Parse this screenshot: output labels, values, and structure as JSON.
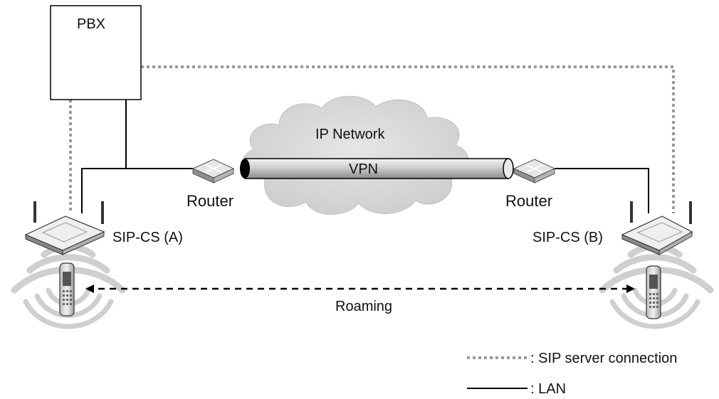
{
  "labels": {
    "pbx": "PBX",
    "ip_network": "IP Network",
    "vpn": "VPN",
    "router_left": "Router",
    "router_right": "Router",
    "cs_a": "SIP-CS (A)",
    "cs_b": "SIP-CS (B)",
    "roaming": "Roaming"
  },
  "legend": {
    "sip_server": ": SIP server connection",
    "lan": ": LAN"
  },
  "colors": {
    "dotted_line": "#999999",
    "solid_line": "#000000",
    "cloud": "#d9d9d9",
    "radio_waves": "#cfcfcf"
  },
  "icons": [
    "pbx-box",
    "router-icon",
    "vpn-tube",
    "base-station-icon",
    "handset-icon",
    "radio-waves-icon"
  ]
}
